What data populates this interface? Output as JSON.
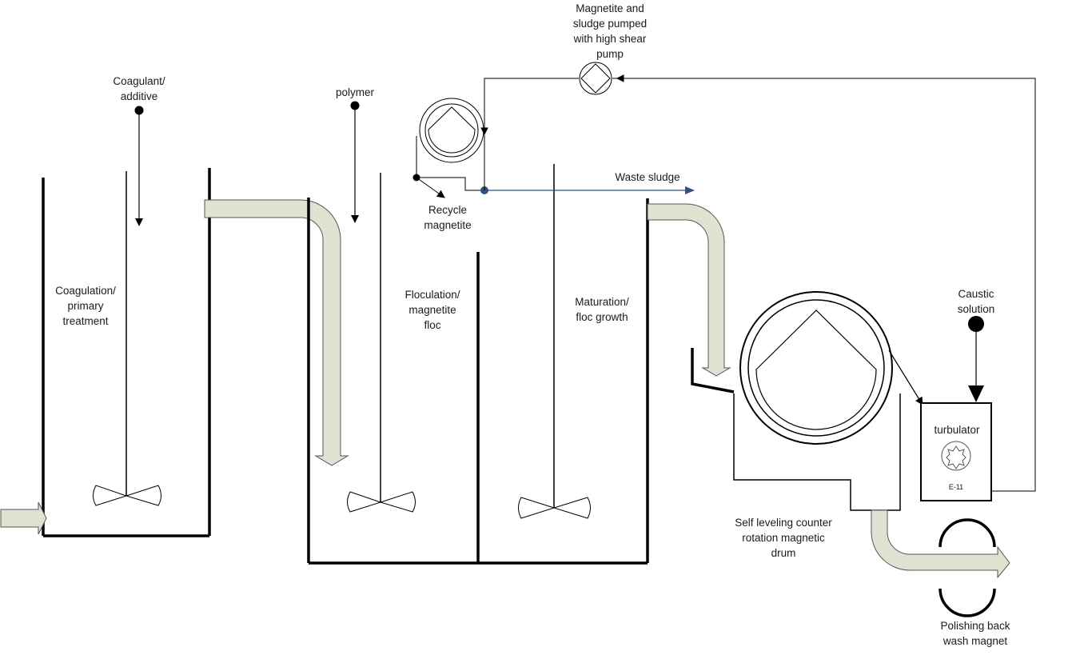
{
  "labels": {
    "coagulant": "Coagulant/\nadditive",
    "polymer": "polymer",
    "high_shear_pump": "Magnetite and\nsludge pumped\nwith high shear\npump",
    "waste_sludge": "Waste sludge",
    "recycle_magnetite": "Recycle\nmagnetite",
    "coagulation_tank": "Coagulation/\nprimary\ntreatment",
    "flocculation_tank": "Floculation/\nmagnetite\nfloc",
    "maturation_tank": "Maturation/\nfloc growth",
    "caustic": "Caustic\nsolution",
    "turbulator": "turbulator",
    "turbulator_tag": "E-11",
    "magnetic_drum": "Self leveling counter\nrotation magnetic\ndrum",
    "polishing_magnet": "Polishing back\nwash magnet"
  },
  "colors": {
    "pipe_fill": "#dfe3d2",
    "line": "#000000",
    "waste_line": "#2f4f7f"
  }
}
